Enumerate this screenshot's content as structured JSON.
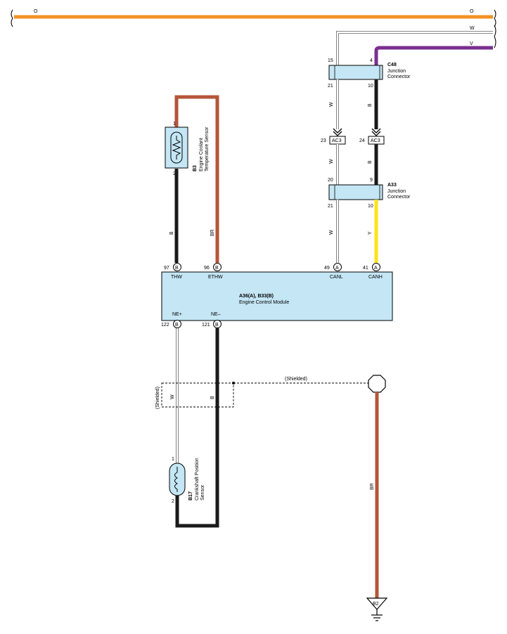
{
  "colors": {
    "orange": "#f39323",
    "purple": "#7a2f8f",
    "brown": "#b5553a",
    "yellow": "#ffe21a",
    "black": "#1a1a1a",
    "white_wire": "#ffffff",
    "component_fill": "#c4e6f5",
    "outline": "#000000"
  },
  "wires": {
    "top_orange_left": "O",
    "top_orange_right": "O",
    "top_white": "W",
    "top_violet": "V",
    "c48_to_ac3_left": "W",
    "c48_to_ac3_right": "B",
    "ac3_to_a33_left": "W",
    "ac3_to_a33_right": "B",
    "a33_to_ecm_left": "W",
    "a33_to_ecm_right": "Y",
    "thw": "B",
    "ethw": "BR",
    "ne_plus": "W",
    "ne_minus": "B",
    "shield_ground": "BR"
  },
  "c48": {
    "code": "C48",
    "line1": "Junction",
    "line2": "Connector",
    "pin_top_left": "15",
    "pin_top_right": "4",
    "pin_bottom_left": "21",
    "pin_bottom_right": "10"
  },
  "ac3": {
    "left_pin": "23",
    "left_label": "AC3",
    "right_pin": "24",
    "right_label": "AC3"
  },
  "a33": {
    "code": "A33",
    "line1": "Junction",
    "line2": "Connector",
    "pin_top_left": "20",
    "pin_top_right": "9",
    "pin_bottom_left": "21",
    "pin_bottom_right": "10"
  },
  "b3": {
    "code": "B3",
    "line1": "Engine Coolant",
    "line2": "Temperature Sensor",
    "pin_top": "1",
    "pin_bottom": "2"
  },
  "ecm": {
    "code": "A36(A), B33(B)",
    "name": "Engine Control Module",
    "pins": [
      {
        "num": "97",
        "conn": "B",
        "label": "THW"
      },
      {
        "num": "96",
        "conn": "B",
        "label": "ETHW"
      },
      {
        "num": "49",
        "conn": "A",
        "label": "CANL"
      },
      {
        "num": "41",
        "conn": "A",
        "label": "CANH"
      },
      {
        "num": "122",
        "conn": "B",
        "label": "NE+"
      },
      {
        "num": "121",
        "conn": "B",
        "label": "NE–"
      }
    ]
  },
  "shield": {
    "left_label": "(Shielded)",
    "top_label": "(Shielded)"
  },
  "b17": {
    "code": "B17",
    "line1": "Crankshaft Position",
    "line2": "Sensor",
    "pin_top": "1",
    "pin_bottom": "2"
  },
  "ground": {
    "label": "B2"
  }
}
